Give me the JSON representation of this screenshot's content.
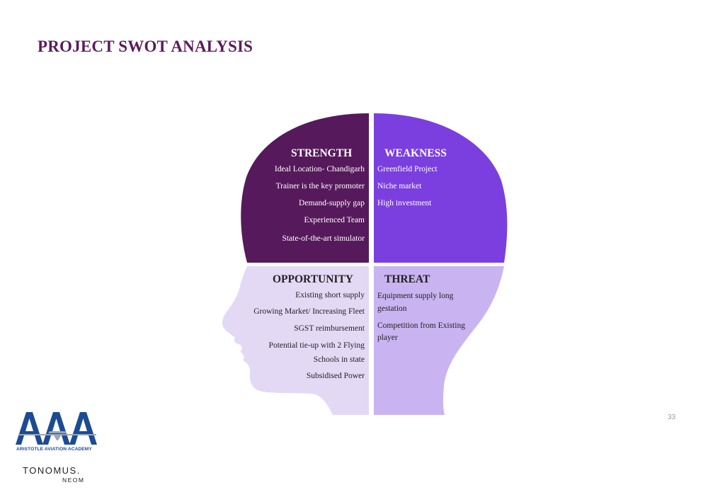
{
  "slide": {
    "title": "PROJECT SWOT ANALYSIS",
    "page_number": "33"
  },
  "colors": {
    "title": "#5b1c5c",
    "strength": "#561a5c",
    "weakness": "#7b3fe0",
    "opportunity": "#e3d9f5",
    "threat": "#c9b3f0"
  },
  "swot": {
    "strength": {
      "title": "STRENGTH",
      "items": [
        "Ideal Location- Chandigarh",
        "Trainer is the key promoter",
        "Demand-supply gap",
        "Experienced Team",
        "State-of-the-art simulator"
      ]
    },
    "weakness": {
      "title": "WEAKNESS",
      "items": [
        "Greenfield Project",
        "Niche market",
        "High investment"
      ]
    },
    "opportunity": {
      "title": "OPPORTUNITY",
      "items": [
        "Existing short supply",
        "Growing Market/ Increasing Fleet",
        "SGST reimbursement",
        "Potential tie-up with 2 Flying",
        "Schools in state",
        "Subsidised Power"
      ]
    },
    "threat": {
      "title": "THREAT",
      "items": [
        "Equipment supply long",
        "gestation",
        "Competition from Existing",
        "player"
      ]
    }
  },
  "footer": {
    "logo_text": "AAA",
    "logo_caption": "ARISTOTLE AVIATION ACADEMY",
    "brand": "TONOMUS.",
    "sub_brand": "NEOM",
    "logo_icon": "airplane-icon"
  }
}
